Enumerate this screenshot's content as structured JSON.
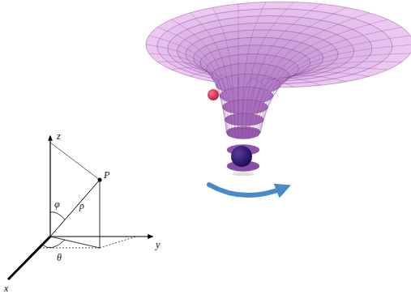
{
  "diagram": {
    "labels": [
      "z",
      "P",
      "φ",
      "ρ",
      "y",
      "θ",
      "x"
    ]
  }
}
